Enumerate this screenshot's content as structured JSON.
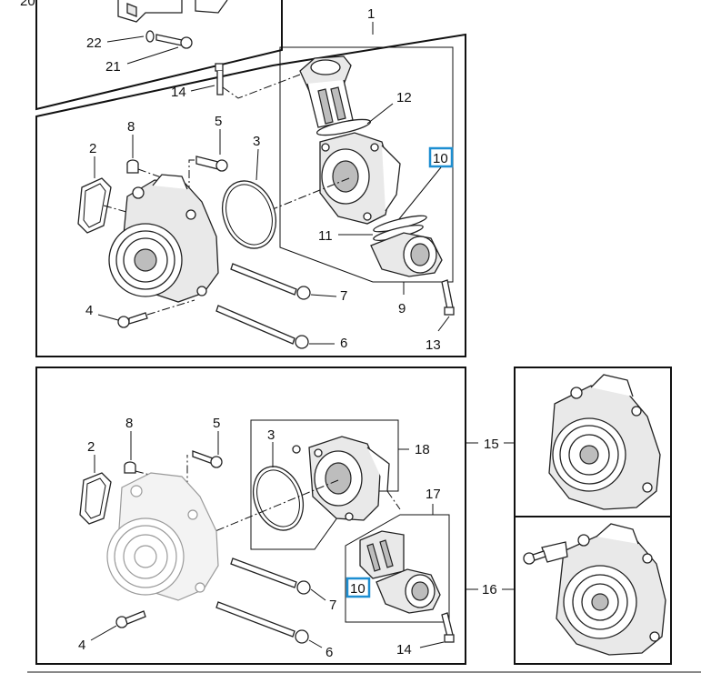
{
  "callouts": {
    "c20": "20",
    "c22": "22",
    "c21": "21",
    "c1": "1",
    "c14_top": "14",
    "c12": "12",
    "c8_top": "8",
    "c5_top": "5",
    "c3_top": "3",
    "c2_top": "2",
    "c10_top": "10",
    "c11": "11",
    "c7_top": "7",
    "c9": "9",
    "c4_top": "4",
    "c6_top": "6",
    "c13": "13",
    "c8_bot": "8",
    "c5_bot": "5",
    "c3_bot": "3",
    "c2_bot": "2",
    "c18": "18",
    "c15": "15",
    "c17": "17",
    "c10_bot": "10",
    "c16": "16",
    "c7_bot": "7",
    "c4_bot": "4",
    "c6_bot": "6",
    "c14_bot": "14"
  },
  "colors": {
    "highlight": "#1d8ed1",
    "line": "#111111",
    "ghost": "#9a9a9a"
  }
}
